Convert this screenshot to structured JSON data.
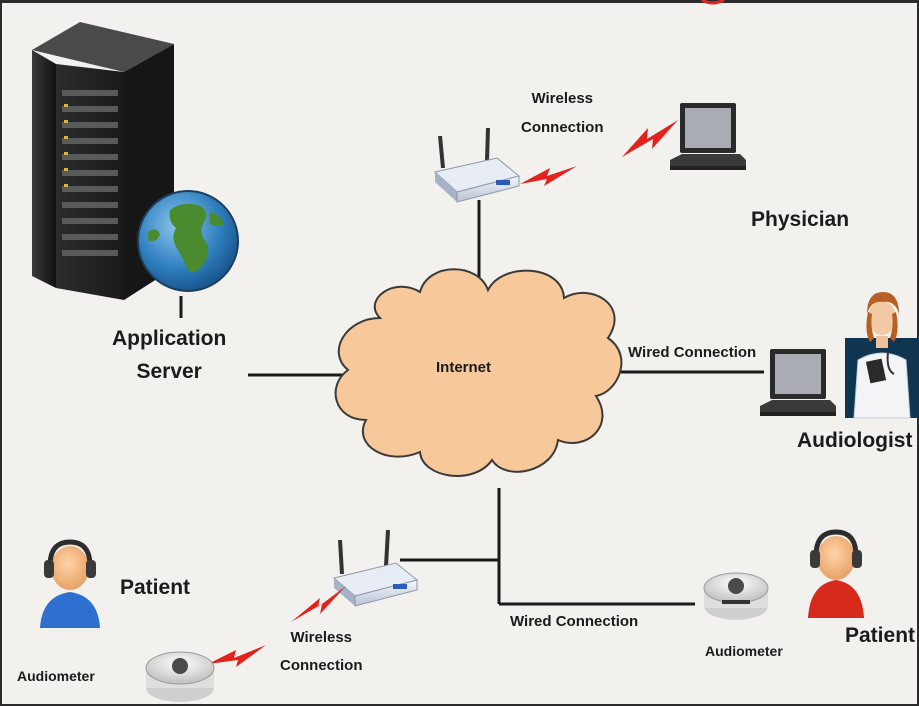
{
  "labels": {
    "wireless_top": "Wireless\nConnection",
    "physician": "Physician",
    "application_server": "Application\nServer",
    "internet": "Internet",
    "wired_right": "Wired Connection",
    "audiologist": "Audiologist",
    "patient_left": "Patient",
    "wireless_bottom": "Wireless\nConnection",
    "wired_bottom": "Wired Connection",
    "audiometer_left": "Audiometer",
    "audiometer_right": "Audiometer",
    "patient_right": "Patient"
  },
  "colors": {
    "background": "#f3f1ee",
    "cloud_fill": "#f6c89a",
    "cloud_stroke": "#3a3a3a",
    "lightning": "#e3221d",
    "line": "#1a1a1a",
    "header_accent": "#e52321"
  }
}
